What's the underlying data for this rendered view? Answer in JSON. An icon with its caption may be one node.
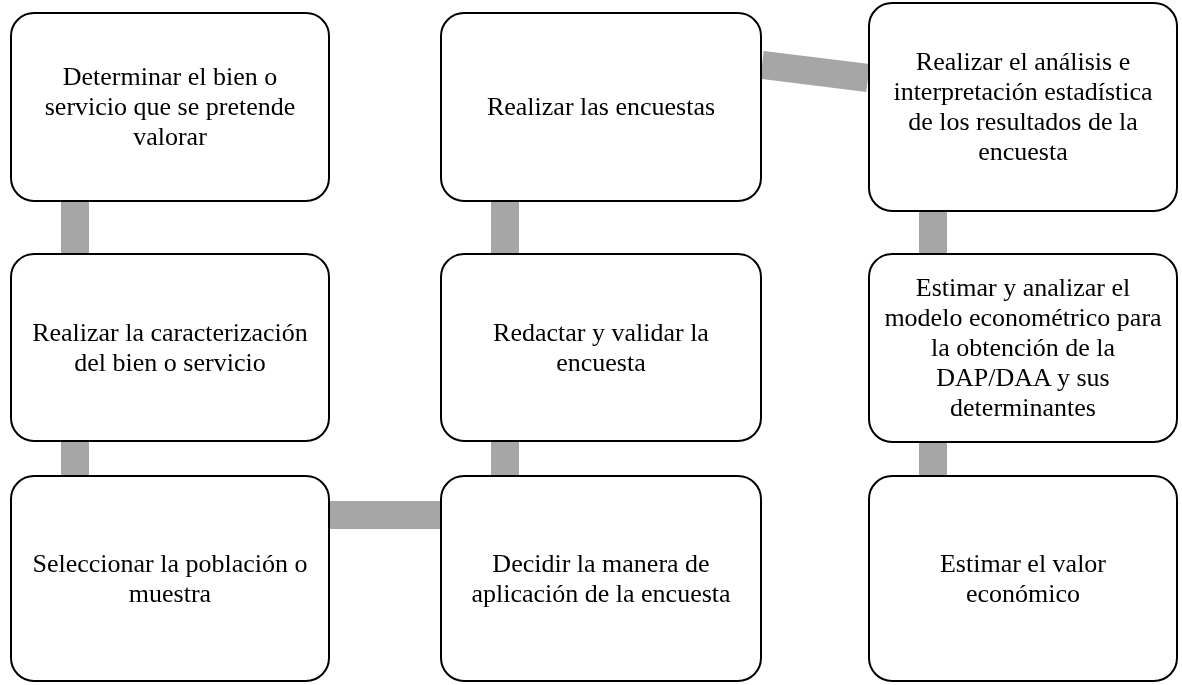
{
  "diagram": {
    "nodes": [
      {
        "text": [
          "Determinar el bien o servicio que se pretende valorar"
        ]
      },
      {
        "text": [
          "Realizar la caracterización del bien o servicio"
        ]
      },
      {
        "text": [
          "Seleccionar la población o muestra"
        ]
      },
      {
        "text": [
          "Decidir la manera de aplicación de la encuesta"
        ]
      },
      {
        "text": [
          "Redactar y validar la encuesta"
        ]
      },
      {
        "text": [
          "Realizar las encuestas"
        ]
      },
      {
        "text": [
          "Realizar el análisis  e interpretación estadística de los resultados de la encuesta"
        ]
      },
      {
        "text": [
          "Estimar y analizar el modelo econométrico para la obtención de la DAP/DAA y sus determinantes"
        ]
      },
      {
        "text": [
          "Estimar el valor económico"
        ]
      }
    ],
    "edges": [
      {
        "from": 0,
        "to": 1,
        "arrow": "none"
      },
      {
        "from": 1,
        "to": 2,
        "arrow": "none"
      },
      {
        "from": 2,
        "to": 3,
        "arrow": "none"
      },
      {
        "from": 3,
        "to": 4,
        "arrow": "none"
      },
      {
        "from": 4,
        "to": 5,
        "arrow": "none"
      },
      {
        "from": 5,
        "to": 6,
        "arrow": "none"
      },
      {
        "from": 6,
        "to": 7,
        "arrow": "none"
      },
      {
        "from": 7,
        "to": 8,
        "arrow": "none"
      }
    ]
  }
}
